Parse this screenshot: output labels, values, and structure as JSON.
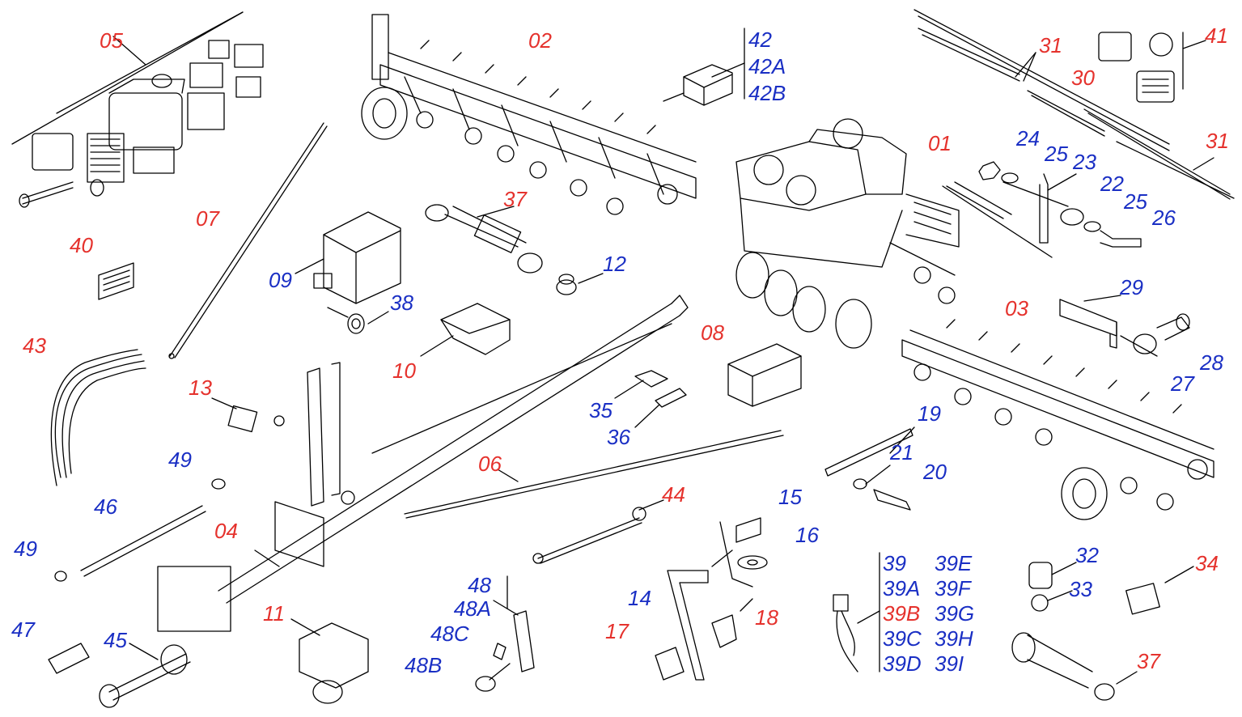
{
  "colors": {
    "red_label": "#e5322d",
    "blue_label": "#1a2fc4",
    "line": "#000000"
  },
  "labels": {
    "p05": "05",
    "p02": "02",
    "p42": "42",
    "p42A": "42A",
    "p42B": "42B",
    "p31a": "31",
    "p30": "30",
    "p41": "41",
    "p31b": "31",
    "p01": "01",
    "p24": "24",
    "p25a": "25",
    "p23": "23",
    "p22": "22",
    "p25b": "25",
    "p26": "26",
    "p07": "07",
    "p37a": "37",
    "p12": "12",
    "p09": "09",
    "p38": "38",
    "p40": "40",
    "p29": "29",
    "p03": "03",
    "p28": "28",
    "p27": "27",
    "p10": "10",
    "p08": "08",
    "p43": "43",
    "p13": "13",
    "p35": "35",
    "p36": "36",
    "p19": "19",
    "p21": "21",
    "p20": "20",
    "p06": "06",
    "p49a": "49",
    "p46": "46",
    "p44": "44",
    "p15": "15",
    "p16": "16",
    "p04": "04",
    "p49b": "49",
    "p39": "39",
    "p39A": "39A",
    "p39B": "39B",
    "p39C": "39C",
    "p39D": "39D",
    "p39E": "39E",
    "p39F": "39F",
    "p39G": "39G",
    "p39H": "39H",
    "p39I": "39I",
    "p32": "32",
    "p33": "33",
    "p34": "34",
    "p48": "48",
    "p48A": "48A",
    "p48C": "48C",
    "p48B": "48B",
    "p47": "47",
    "p45": "45",
    "p11": "11",
    "p14": "14",
    "p17": "17",
    "p18": "18",
    "p37b": "37"
  }
}
